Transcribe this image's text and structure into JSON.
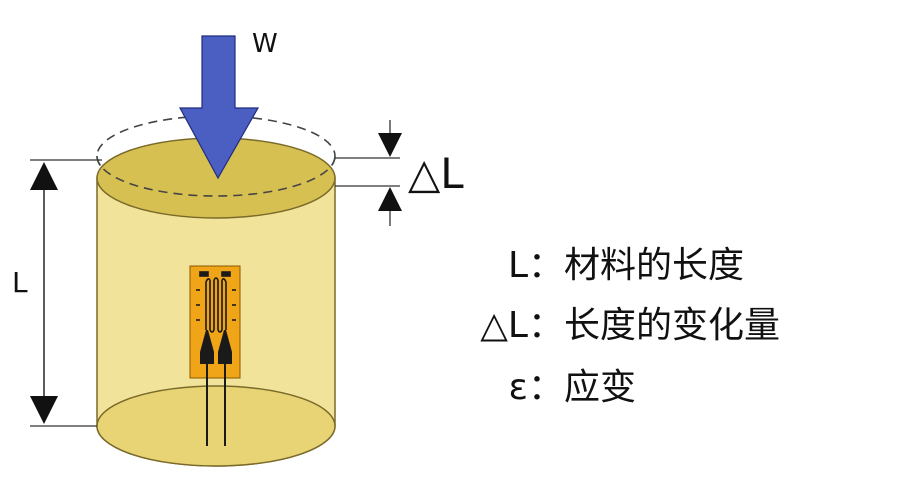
{
  "labels": {
    "force": "W",
    "delta_length": "△L",
    "length": "L"
  },
  "legend": [
    {
      "symbol": "L",
      "separator": "：",
      "text": "材料的长度"
    },
    {
      "symbol": "△L",
      "separator": "：",
      "text": "长度的变化量"
    },
    {
      "symbol": "ε",
      "separator": "：",
      "text": "应变"
    }
  ],
  "colors": {
    "cylinder_body": "#f1e39a",
    "cylinder_top": "#d7c052",
    "cylinder_bottom": "#e8d474",
    "cylinder_edge": "#7a6a2a",
    "arrow": "#4a5fc1",
    "arrow_edge": "#1f2c80",
    "gauge_backing": "#f0a418",
    "gauge_grid": "#1a1a1a",
    "dimension": "#333333"
  }
}
